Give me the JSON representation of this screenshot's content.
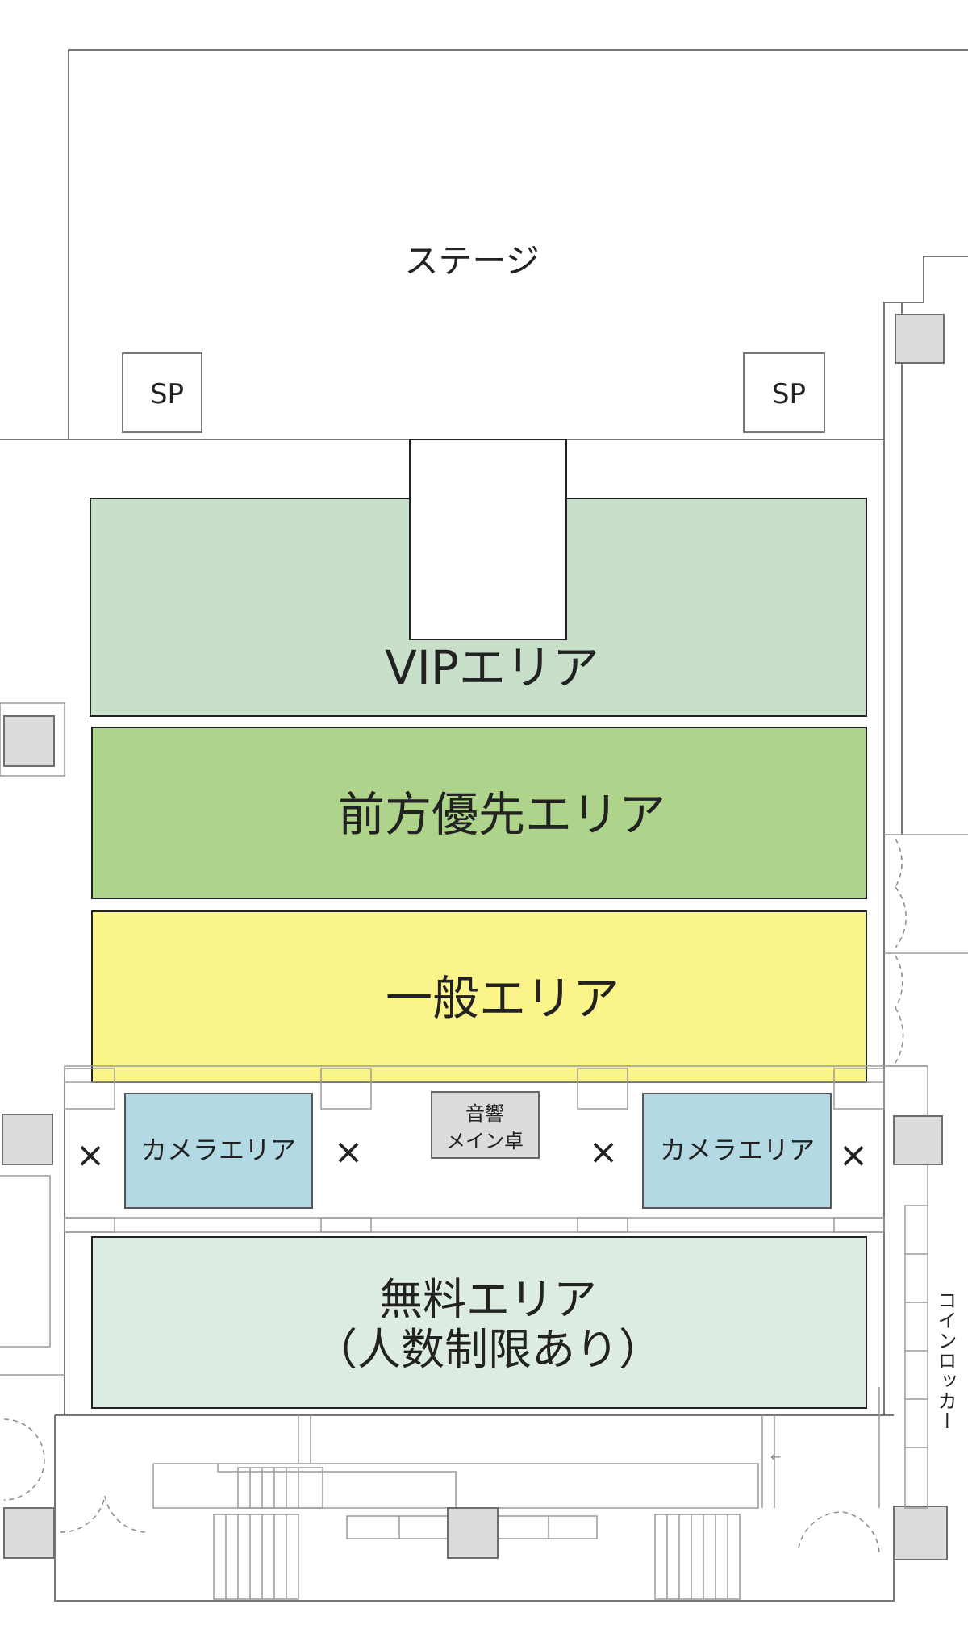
{
  "floor_plan": {
    "stage": {
      "label": "ステージ"
    },
    "speakers": {
      "left_label": "SP",
      "right_label": "SP"
    },
    "areas": {
      "vip": {
        "label": "VIPエリア",
        "color": "#c8e0c9"
      },
      "front_priority": {
        "label": "前方優先エリア",
        "color": "#aed38a"
      },
      "general": {
        "label": "一般エリア",
        "color": "#fbf48a"
      },
      "camera_left": {
        "label": "カメラエリア",
        "color": "#b3d9e4"
      },
      "camera_right": {
        "label": "カメラエリア",
        "color": "#b3d9e4"
      },
      "free": {
        "label_line1": "無料エリア",
        "label_line2": "（人数制限あり）",
        "color": "#dcece0"
      }
    },
    "sound_desk": {
      "label_line1": "音響",
      "label_line2": "メイン卓"
    },
    "no_entry_marks": [
      "×",
      "×",
      "×",
      "×"
    ],
    "coin_locker": {
      "label": "コインロッカー"
    }
  }
}
